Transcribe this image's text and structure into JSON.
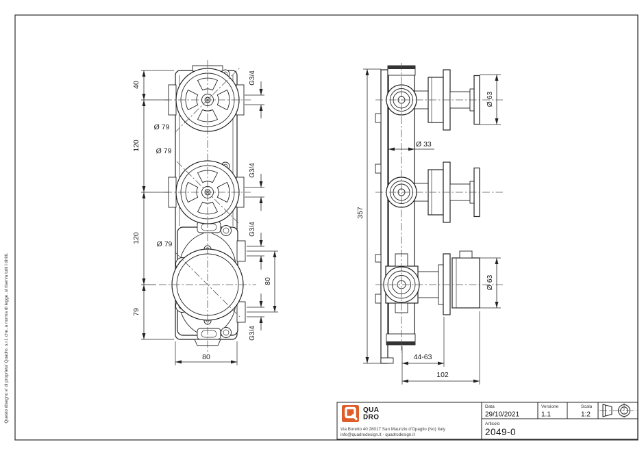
{
  "page": {
    "copyright_vertical": "Questo disegno e' di proprieta' Quadro. s.r.l. che, a norma di legge, si riserva tutti i diritti."
  },
  "front_view": {
    "chain": [
      "40",
      "120",
      "120",
      "79"
    ],
    "width": "80",
    "port_spacing": "80",
    "diameters": [
      "Ø 79",
      "Ø 79",
      "Ø 79"
    ],
    "threads": [
      "G3/4",
      "G3/4",
      "G3/4",
      "G3/4"
    ]
  },
  "side_view": {
    "height": "357",
    "body_diameter": "Ø 33",
    "knob_diameters": [
      "Ø 63",
      "Ø 63"
    ],
    "depth_range": "44-63",
    "total_depth": "102"
  },
  "title_block": {
    "brand_color": "#DD5C28",
    "logo_line1": "QUA",
    "logo_line2": "DRO",
    "address_line1": "Via Boretto 40  28017 San Maurizio d'Opaglio (No) Italy",
    "address_line2": "info@quadrodesign.it  -  quadrodesign.it",
    "data_label": "Data",
    "data_value": "29/10/2021",
    "versione_label": "Versione",
    "versione_value": "1.1",
    "scala_label": "Scala",
    "scala_value": "1:2",
    "articolo_label": "Articolo",
    "articolo_value": "2049-0"
  }
}
